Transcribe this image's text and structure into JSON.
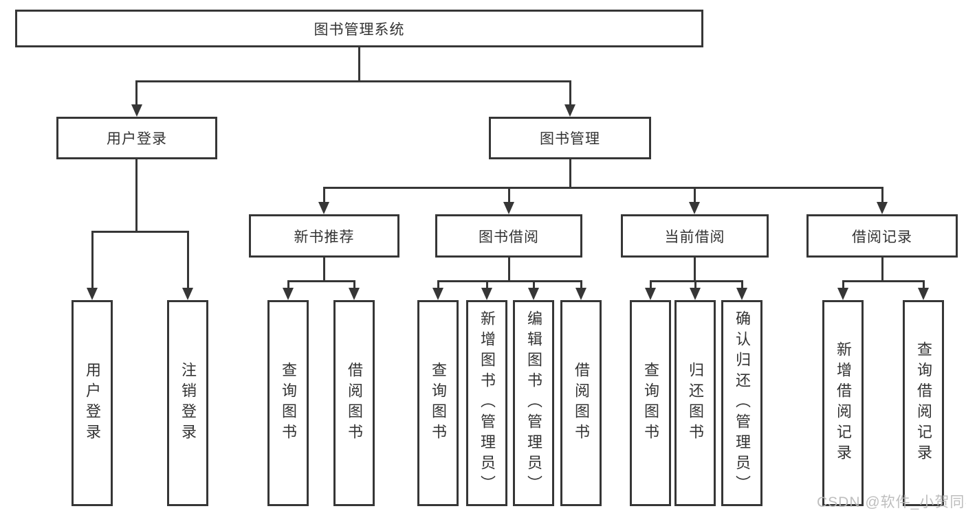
{
  "diagram": {
    "nodes": {
      "root": "图书管理系统",
      "user_login": "用户登录",
      "book_mgmt": "图书管理",
      "new_book_rec": "新书推荐",
      "book_borrow": "图书借阅",
      "current_borrow": "当前借阅",
      "borrow_record": "借阅记录",
      "leaf_user_login": "用户登录",
      "leaf_logout": "注销登录",
      "leaf_query_book_1": "查询图书",
      "leaf_borrow_book_1": "借阅图书",
      "leaf_query_book_2": "查询图书",
      "leaf_add_book": "新增图书（管理员）",
      "leaf_edit_book": "编辑图书（管理员）",
      "leaf_borrow_book_2": "借阅图书",
      "leaf_query_book_3": "查询图书",
      "leaf_return_book": "归还图书",
      "leaf_confirm_return": "确认归还（管理员）",
      "leaf_add_record": "新增借阅记录",
      "leaf_query_record": "查询借阅记录"
    },
    "watermark": "CSDN @软件_小贺同学",
    "colors": {
      "line": "#363636",
      "text": "#333333",
      "watermark": "#b8b8b8",
      "background": "#ffffff"
    }
  }
}
